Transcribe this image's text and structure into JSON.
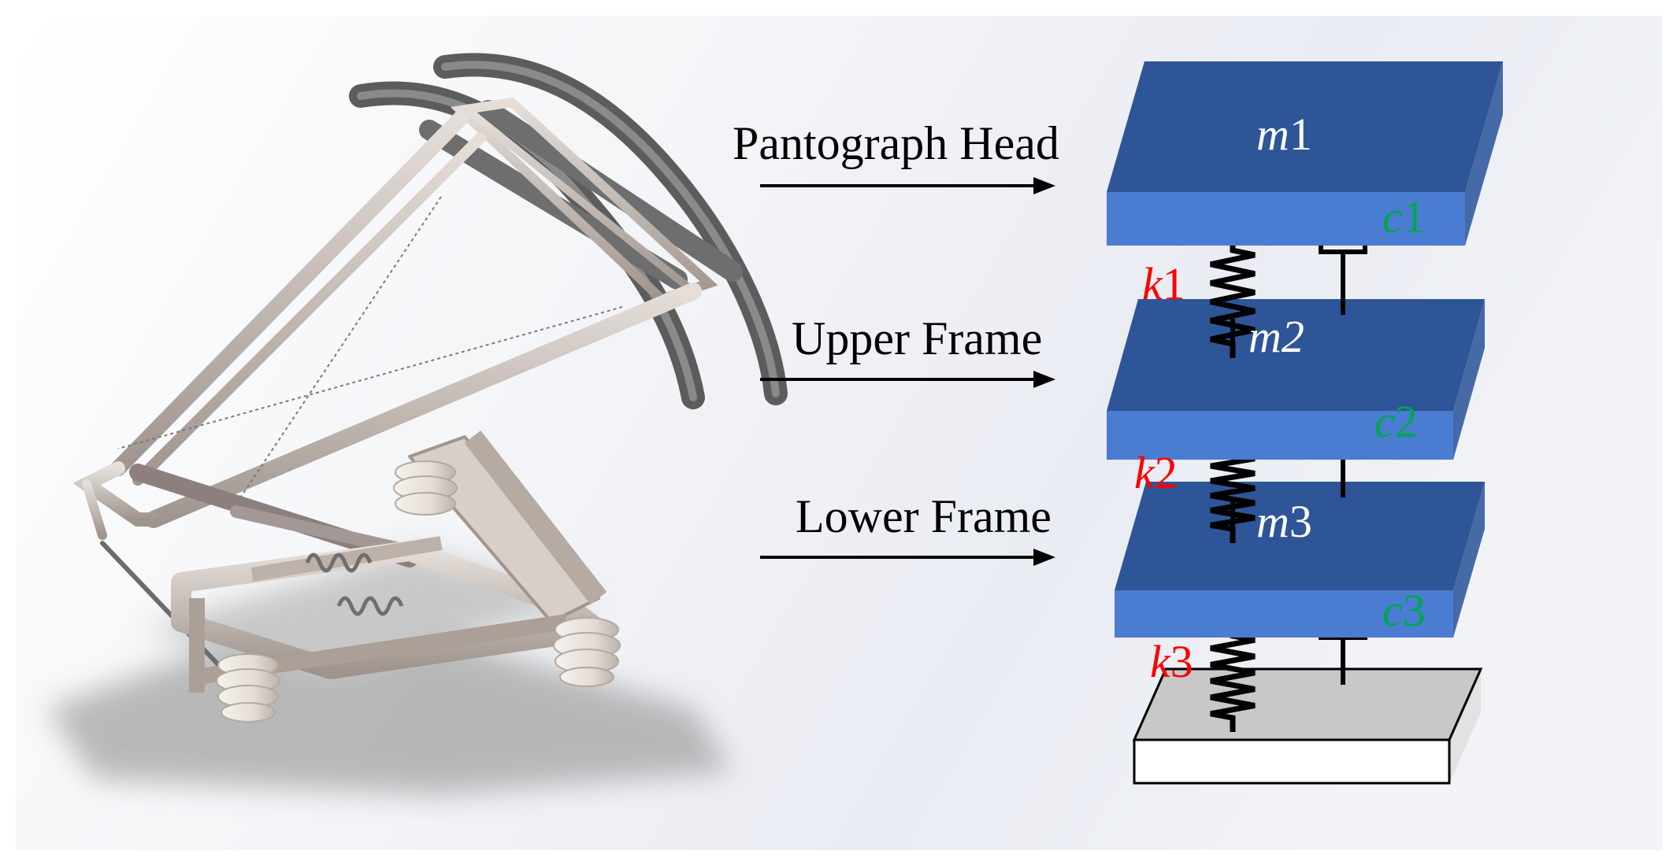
{
  "colors": {
    "mass_top": "#2e5597",
    "mass_front": "#4a7cd1",
    "mass_side": "#456aa6",
    "base_top": "#c8c8c8",
    "base_front": "#ffffff",
    "spring_label": "#ff0000",
    "damper_label": "#00a651",
    "arrow": "#000000",
    "pantograph_metal": "#bdb4ae",
    "collector_strip": "#6b6b6b",
    "insulator": "#e8e2dc"
  },
  "labels": {
    "head": "Pantograph Head",
    "upper": "Upper Frame",
    "lower": "Lower Frame"
  },
  "masses": [
    {
      "sym": "m",
      "idx": "1",
      "italic_idx": false
    },
    {
      "sym": "m",
      "idx": "2",
      "italic_idx": true
    },
    {
      "sym": "m",
      "idx": "3",
      "italic_idx": false
    }
  ],
  "springs": [
    {
      "sym": "k",
      "idx": "1"
    },
    {
      "sym": "k",
      "idx": "2"
    },
    {
      "sym": "k",
      "idx": "3"
    }
  ],
  "dampers": [
    {
      "sym": "c",
      "idx": "1"
    },
    {
      "sym": "c",
      "idx": "2"
    },
    {
      "sym": "c",
      "idx": "3"
    }
  ]
}
